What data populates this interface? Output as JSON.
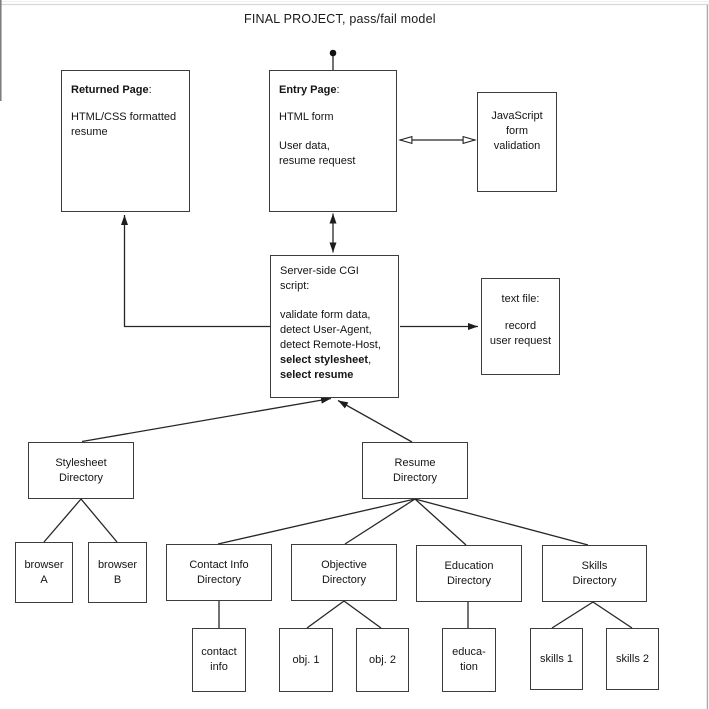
{
  "diagram": {
    "title": "FINAL PROJECT, pass/fail model",
    "colors": {
      "background": "#ffffff",
      "box_border": "#3c3c3c",
      "connector": "#262626",
      "text": "#141414"
    },
    "boxes": {
      "returned_page": {
        "heading": "Returned Page",
        "colon": ":",
        "body1": "HTML/CSS formatted",
        "body2": "resume"
      },
      "entry_page": {
        "heading": "Entry Page",
        "colon": ":",
        "body1": "HTML form",
        "body2": "User data,",
        "body3": "resume request"
      },
      "js_validation": {
        "line1": "JavaScript",
        "line2": "form",
        "line3": "validation"
      },
      "cgi_script": {
        "line1": "Server-side CGI",
        "line2": "script:",
        "line3": "validate form data,",
        "line4": "detect User-Agent,",
        "line5": "detect Remote-Host,",
        "bold1": "select stylesheet",
        "bold1_suffix": ",",
        "bold2": "select resume"
      },
      "text_file": {
        "line1": "text file:",
        "line2": "record",
        "line3": "user request"
      },
      "stylesheet_directory": {
        "line1": "Stylesheet",
        "line2": "Directory"
      },
      "resume_directory": {
        "line1": "Resume",
        "line2": "Directory"
      },
      "browser_a": {
        "line1": "browser",
        "line2": "A"
      },
      "browser_b": {
        "line1": "browser",
        "line2": "B"
      },
      "contact_info_directory": {
        "line1": "Contact Info",
        "line2": "Directory"
      },
      "objective_directory": {
        "line1": "Objective",
        "line2": "Directory"
      },
      "education_directory": {
        "line1": "Education",
        "line2": "Directory"
      },
      "skills_directory": {
        "line1": "Skills",
        "line2": "Directory"
      },
      "contact_info": {
        "line1": "contact",
        "line2": "info"
      },
      "obj_1": {
        "line1": "obj. 1"
      },
      "obj_2": {
        "line1": "obj. 2"
      },
      "education": {
        "line1": "educa-",
        "line2": "tion"
      },
      "skills_1": {
        "line1": "skills 1"
      },
      "skills_2": {
        "line1": "skills 2"
      }
    },
    "connections": [
      {
        "from": "start-dot",
        "to": "entry_page",
        "style": "line-with-filled-dot"
      },
      {
        "from": "entry_page",
        "to": "js_validation",
        "style": "double-headed-open-arrow"
      },
      {
        "from": "entry_page",
        "to": "cgi_script",
        "style": "double-headed-filled-arrow"
      },
      {
        "from": "cgi_script",
        "to": "text_file",
        "style": "filled-arrow"
      },
      {
        "from": "cgi_script",
        "to": "returned_page",
        "style": "elbow-filled-arrow"
      },
      {
        "from": "stylesheet_directory",
        "to": "cgi_script",
        "style": "filled-arrow"
      },
      {
        "from": "resume_directory",
        "to": "cgi_script",
        "style": "filled-arrow"
      },
      {
        "from": "stylesheet_directory",
        "to": "browser_a",
        "style": "line"
      },
      {
        "from": "stylesheet_directory",
        "to": "browser_b",
        "style": "line"
      },
      {
        "from": "resume_directory",
        "to": "contact_info_directory",
        "style": "line"
      },
      {
        "from": "resume_directory",
        "to": "objective_directory",
        "style": "line"
      },
      {
        "from": "resume_directory",
        "to": "education_directory",
        "style": "line"
      },
      {
        "from": "resume_directory",
        "to": "skills_directory",
        "style": "line"
      },
      {
        "from": "contact_info_directory",
        "to": "contact_info",
        "style": "line"
      },
      {
        "from": "objective_directory",
        "to": "obj_1",
        "style": "line"
      },
      {
        "from": "objective_directory",
        "to": "obj_2",
        "style": "line"
      },
      {
        "from": "education_directory",
        "to": "education",
        "style": "line"
      },
      {
        "from": "skills_directory",
        "to": "skills_1",
        "style": "line"
      },
      {
        "from": "skills_directory",
        "to": "skills_2",
        "style": "line"
      }
    ]
  }
}
